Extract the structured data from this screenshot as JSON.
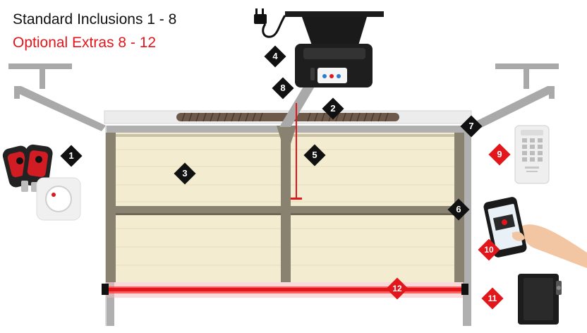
{
  "header": {
    "standard_label": "Standard Inclusions 1 - 8",
    "optional_label": "Optional Extras 8 - 12"
  },
  "markers": {
    "m1": "1",
    "m2": "2",
    "m3": "3",
    "m4": "4",
    "m5": "5",
    "m6": "6",
    "m7": "7",
    "m8": "8",
    "m9": "9",
    "m10": "10",
    "m11": "11",
    "m12": "12"
  },
  "colors": {
    "standard": "#111111",
    "optional": "#e3161b",
    "frame": "#a9a9a9",
    "door_panel": "#f3ecd0",
    "door_strut": "#8a8270"
  },
  "icons": [
    "remote-control-icon",
    "wall-button-icon",
    "motor-unit-icon",
    "power-cord-icon",
    "torsion-spring-icon",
    "keypad-icon",
    "smartphone-icon",
    "battery-backup-icon",
    "safety-beam-icon"
  ]
}
